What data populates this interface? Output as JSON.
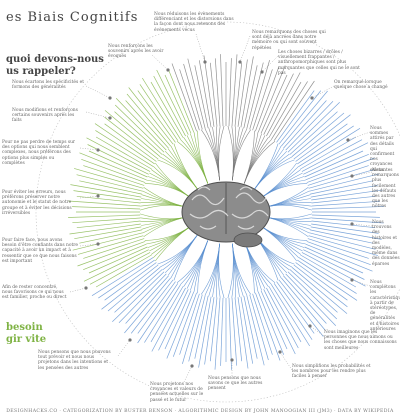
{
  "title": "es Biais Cognitifs",
  "questions": {
    "memory": "quoi devons-nous\nus rappeler?",
    "act_fast": "besoin\ngir vite"
  },
  "notes": [
    {
      "id": "top-left-1",
      "text": "Nous réduisons les évènements différenciant et les distorsions dans la façon dont nous retenons des évènements vécus"
    },
    {
      "id": "top-left-2",
      "text": "Nous renforçons les souvenirs après les avoir évoqués"
    },
    {
      "id": "left-1",
      "text": "Nous écartons les spécificités et formons des généralités"
    },
    {
      "id": "left-2",
      "text": "Nous modifions et renforçons certains souvenirs après les faits"
    },
    {
      "id": "left-3",
      "text": "Pour ne pas perdre de temps sur des options qui nous semblent complexes, nous préférons des options plus simples ou complètes"
    },
    {
      "id": "left-4",
      "text": "Pour éviter les erreurs, nous préférons préserver notre autonomie et le statut de notre groupe et à éviter les décisions irréversibles"
    },
    {
      "id": "left-5",
      "text": "Pour faire face, nous avons besoin d'être confiants dans notre capacité à avoir un impact et à ressentir que ce que nous faisons est important"
    },
    {
      "id": "left-6",
      "text": "Afin de rester concentré, nous favorisons ce qui nous est familier, proche ou direct"
    },
    {
      "id": "bottom-left",
      "text": "Nous pensons que nous pouvons tout prévoir et nous nous projetons dans les intentions et les pensées des autres"
    },
    {
      "id": "top-right-1",
      "text": "Nous remarquons des choses qui sont déjà ancrées dans notre mémoire ou qui sont souvent répétées"
    },
    {
      "id": "top-right-2",
      "text": "Les choses bizarres / drôles / visuellement frappantes / anthropomorphiques sont plus marquantes que celles qui ne le sont pas"
    },
    {
      "id": "right-1",
      "text": "On remarque lorsque quelque chose a changé"
    },
    {
      "id": "right-2",
      "text": "Nous sommes attirés par des détails qui confirment nos croyances existantes"
    },
    {
      "id": "right-3",
      "text": "Nous remarquons plus facilement les défauts des autres que les nôtres"
    },
    {
      "id": "right-4",
      "text": "Nous trouvons des histoires et des modèles, même dans des données éparses"
    },
    {
      "id": "right-5",
      "text": "Nous complétons les caractéristiques à partir de stéréotypes, de généralités et d'histoires antérieures"
    },
    {
      "id": "bottom-right-1",
      "text": "Nous imaginons que les personnes que nous aimons ou les choses que nous connaissons sont meilleures"
    },
    {
      "id": "bottom-right-2",
      "text": "Nous simplifions les probabilités et les nombres pour les rendre plus faciles à penser"
    },
    {
      "id": "bottom-mid-1",
      "text": "Nous pensons que nous savons ce que les autres pensent"
    },
    {
      "id": "bottom-mid-2",
      "text": "Nous projetons nos croyances et valeurs de pensées actuelles sur le passé et le futur"
    }
  ],
  "footer": "DESIGNHACKS.CO · CATEGORIZATION BY BUSTER BENSON · ALGORITHMIC DESIGN BY JOHN MANOOGIAN III (JM3) · DATA BY WIKIPEDIA",
  "colors": {
    "blue": "#5b8fd0",
    "green": "#7fb344",
    "grey": "#777777",
    "pink": "#c8a0c8",
    "dark": "#666666"
  }
}
